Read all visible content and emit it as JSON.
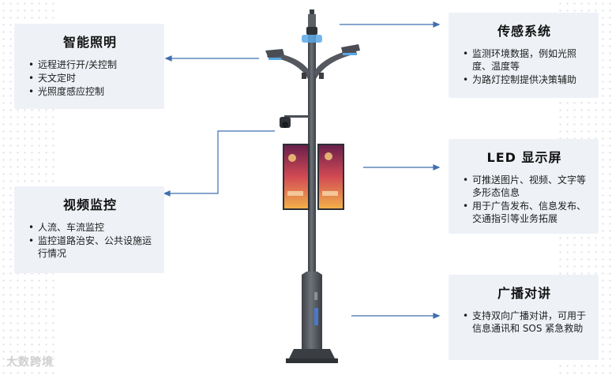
{
  "cards": {
    "smart_lighting": {
      "title": "智能照明",
      "items": [
        "远程进行开/关控制",
        "天文定时",
        "光照度感应控制"
      ]
    },
    "sensor_system": {
      "title": "传感系统",
      "items": [
        "监测环境数据，例如光照度、温度等",
        "为路灯控制提供决策辅助"
      ]
    },
    "video_monitor": {
      "title": "视频监控",
      "items": [
        "人流、车流监控",
        "监控道路治安、公共设施运行情况"
      ]
    },
    "led_screen": {
      "title": "LED 显示屏",
      "items": [
        "可推送图片、视频、文字等多形态信息",
        "用于广告发布、信息发布、交通指引等业务拓展"
      ]
    },
    "broadcast": {
      "title": "广播对讲",
      "items": [
        "支持双向广播对讲，可用于信息通讯和 SOS 紧急救助"
      ]
    }
  },
  "watermark": "大数跨境",
  "colors": {
    "card_bg": "#eef2f7",
    "connector": "#3f6fae",
    "pole": "#55595f",
    "lamp_accent": "#5aa8e6"
  }
}
